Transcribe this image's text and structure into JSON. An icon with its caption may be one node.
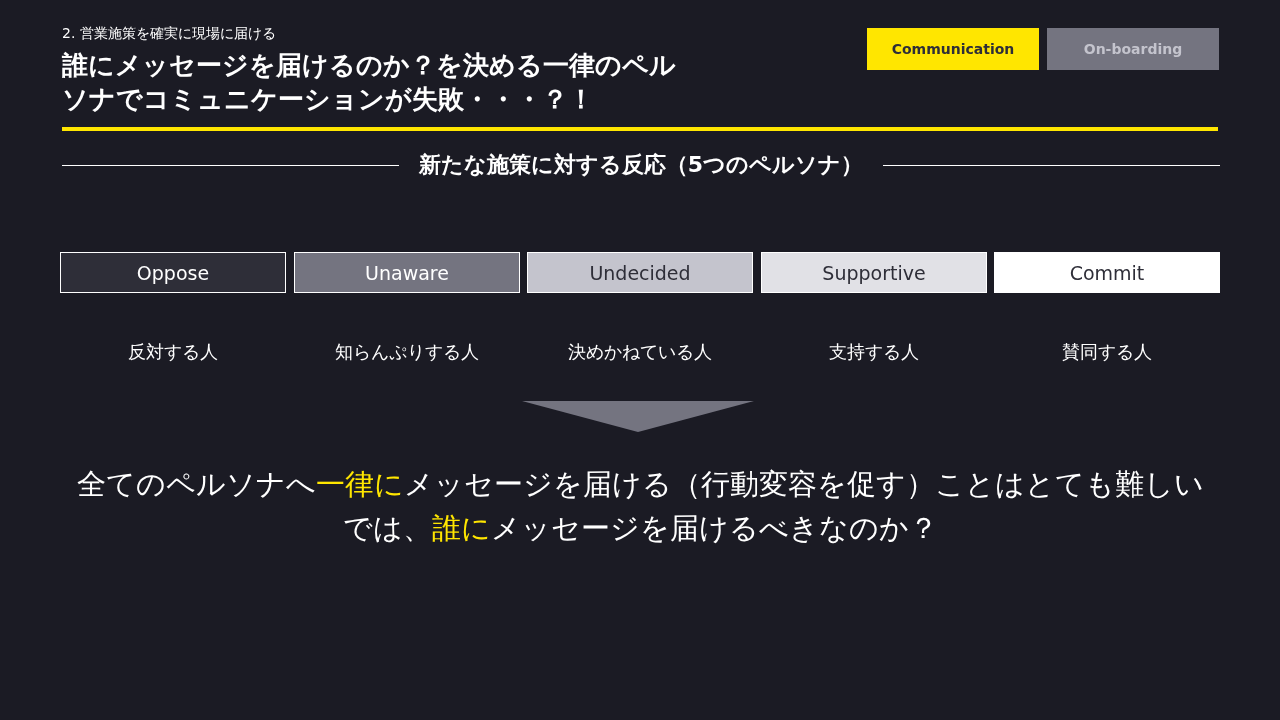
{
  "diagram": {
    "title": "誰にメッセージを届けるのか？を決める一律のペルソナでコミュニケーションが失敗・・・？！",
    "nodes": [
      {
        "text": [
          "Communication"
        ]
      },
      {
        "text": [
          "On-boarding"
        ]
      },
      {
        "text": [
          "Oppose"
        ],
        "beside": [
          "反対する人"
        ]
      },
      {
        "text": [
          "Unaware"
        ],
        "beside": [
          "知らんぷりする人"
        ]
      },
      {
        "text": [
          "Undecided"
        ],
        "beside": [
          "決めかねている人"
        ]
      },
      {
        "text": [
          "Supportive"
        ],
        "beside": [
          "支持する人"
        ]
      },
      {
        "text": [
          "Commit"
        ],
        "beside": [
          "賛同する人"
        ]
      }
    ],
    "labels": [
      "2. 営業施策を確実に現場に届ける",
      "新たな施策に対する反応（5つのペルソナ）",
      "全てのペルソナへ**一律に**メッセージを届ける（行動変容を促す）ことはとても難しい",
      "では、**誰に**メッセージを届けるべきなのか？"
    ]
  }
}
